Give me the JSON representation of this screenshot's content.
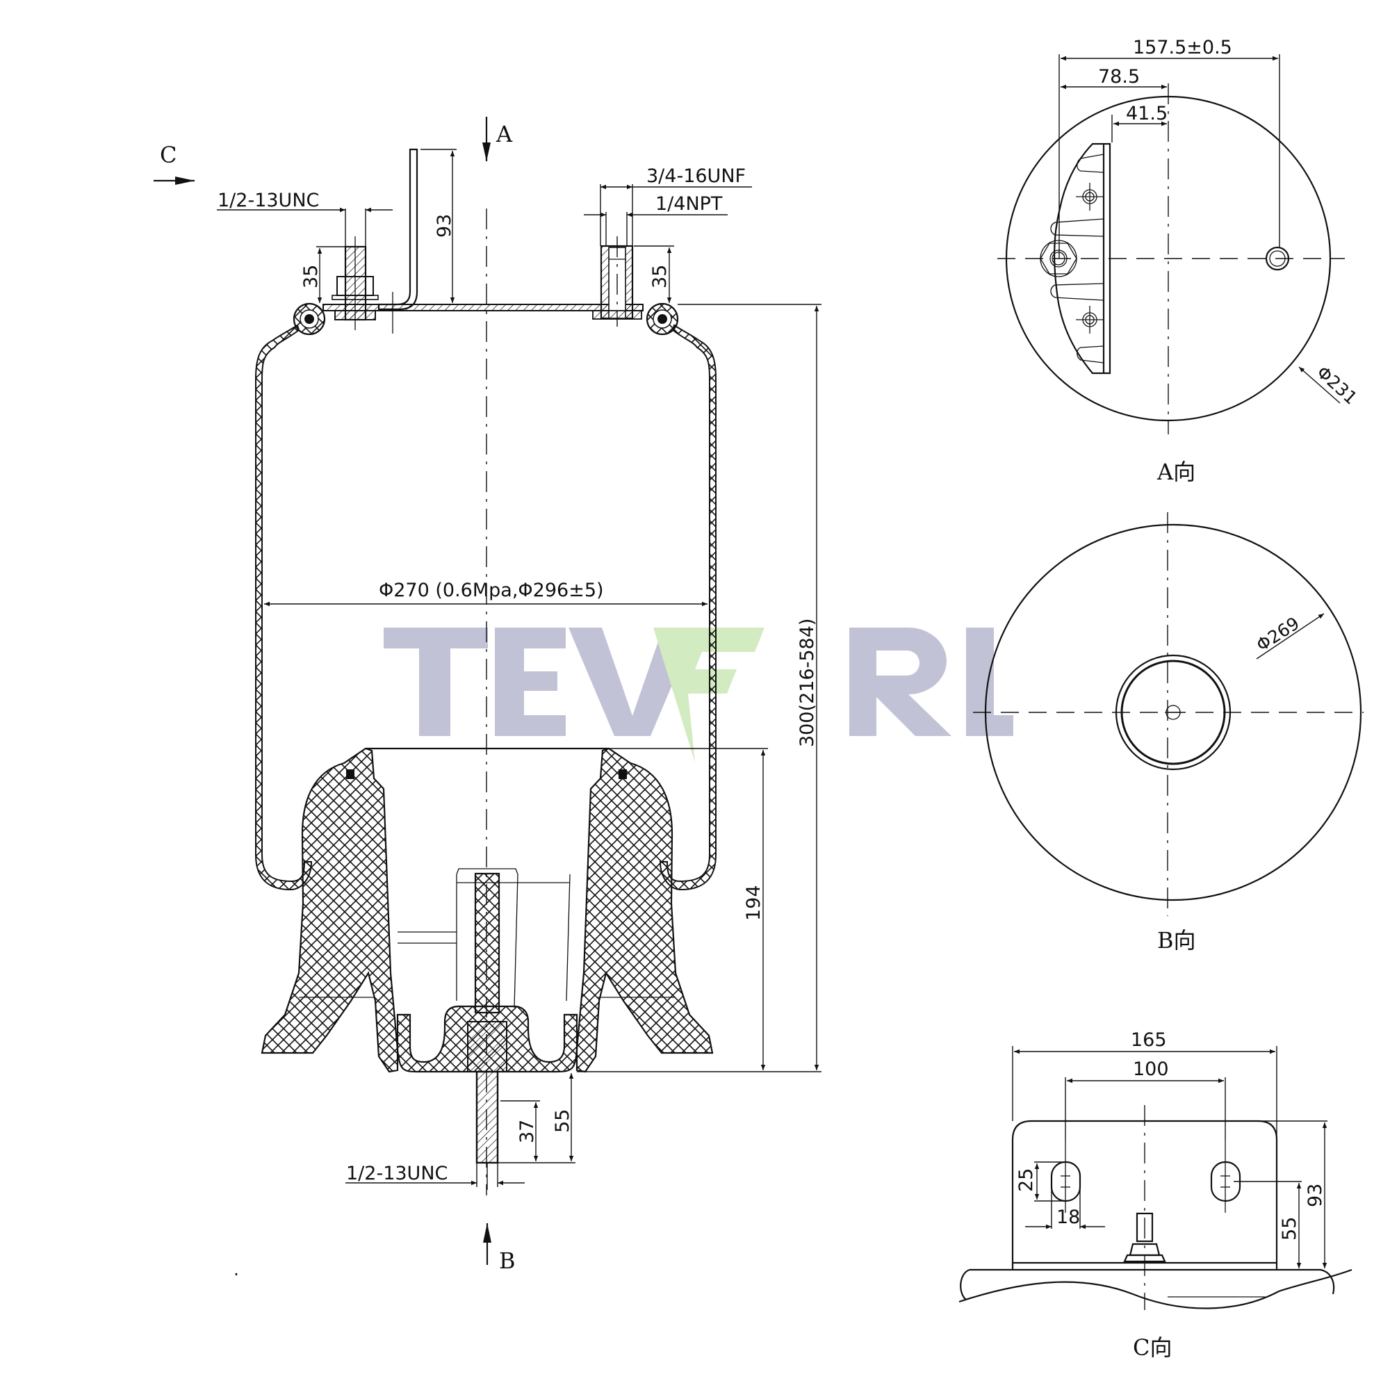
{
  "drawing": {
    "title": "Air spring technical drawing",
    "watermark": {
      "text_left": "TEV",
      "text_right": "RL",
      "grey_color": "#c2c2d6",
      "green_color": "#d2ebc0"
    },
    "section_arrows": {
      "a": "A",
      "b": "B",
      "c": "C"
    },
    "main_view": {
      "top_stud_thread": "1/2-13UNC",
      "top_stud_height": "35",
      "bracket_height": "93",
      "air_fitting_thread": "3/4-16UNF",
      "air_port_thread": "1/4NPT",
      "air_fitting_height": "35",
      "bellows_diameter": "Φ270 (0.6Mpa,Φ296±5)",
      "overall_height": "300(216-584)",
      "piston_height": "194",
      "bottom_stud_total": "55",
      "bottom_stud_thread_length": "37",
      "bottom_stud_thread": "1/2-13UNC"
    },
    "view_a": {
      "label": "A向",
      "dim_overall": "157.5±0.5",
      "dim_half": "78.5",
      "dim_bracket": "41.5",
      "diameter": "Φ231"
    },
    "view_b": {
      "label": "B向",
      "diameter": "Φ269"
    },
    "view_c": {
      "label": "C向",
      "dim_width": "165",
      "dim_slot_spacing": "100",
      "dim_slot_height": "25",
      "dim_slot_width": "18",
      "dim_slot_center_height": "55",
      "dim_bracket_height": "93"
    }
  }
}
